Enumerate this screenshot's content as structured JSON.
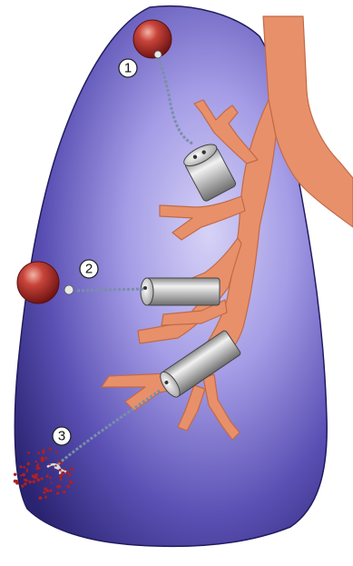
{
  "figure": {
    "markers": [
      {
        "id": "marker-1",
        "label": "1"
      },
      {
        "id": "marker-2",
        "label": "2"
      },
      {
        "id": "marker-3",
        "label": "3"
      }
    ],
    "colors": {
      "lung_light": "#c8c4f2",
      "lung_mid": "#6e64c8",
      "lung_dark": "#2a2370",
      "airway": "#e8906a",
      "airway_edge": "#c06a48",
      "lesion": "#b02020",
      "scope": "#b8b8b8"
    }
  }
}
